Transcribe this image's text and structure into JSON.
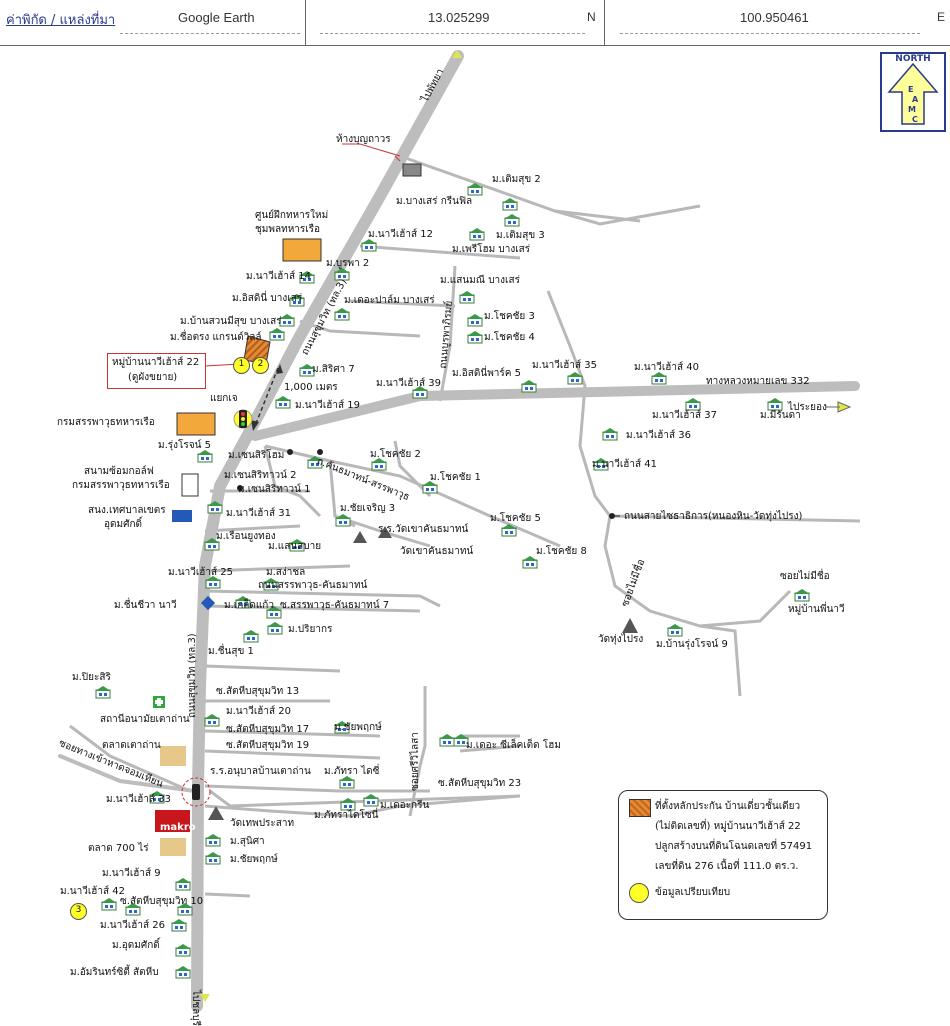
{
  "header": {
    "source_label": "ค่าพิกัด / แหล่งที่มา",
    "source_value": "Google Earth",
    "latitude": "13.025299",
    "latitude_unit": "N",
    "longitude": "100.950461",
    "longitude_unit": "E"
  },
  "north_sign": {
    "line1": "NORTH",
    "letters": [
      "E",
      "A",
      "M",
      "C"
    ]
  },
  "roads": {
    "to_pattaya": "ไปพัทยา",
    "to_chonburi": "ไปชลบุรี",
    "sukhumvit_upper": "ถนนสุขุมวิท (ทล.3)",
    "sukhumvit_lower": "ถนนสุขุมวิท (ทล.3)",
    "hwy332": "ทางหลวงหมายเลข 332",
    "to_rayong": "ไประยอง",
    "khanthamat": "ถ.คันธมาทน์-สรรพาวุธ",
    "sanphawut_khanthamat": "ถนนสรรพาวุธ-คันธมาทน์",
    "nongsing": "ถนนสายไซธาธิการ(หนองหิน-วัดทุ่งไปรง)",
    "phunburirat": "ถนนบูรพาภิรมย์",
    "soi_maimichue_1": "ซอยไม่มีชื่อ",
    "soi_maimichue_2": "ซอยไม่มีชื่อ",
    "soi_thangkhao": "ซอยทางเข้าหาดจอมเทียน",
    "soi_sriwilai": "ซอยศรีวิไลสา",
    "soi_sattahip23": "ซ.สัตหีบสุขุมวิท 23"
  },
  "landmarks": {
    "bunthawon": "ห้างบุญถาวร",
    "navy_training": "ศูนย์ฝึกทหารใหม่",
    "navy_training2": "ชุมพลทหารเรือ",
    "navy_ordnance": "กรมสรรพาวุธทหารเรือ",
    "golf": "สนามซ้อมกอล์ฟ",
    "golf2": "กรมสรรพาวุธทหารเรือ",
    "municipality": "สนง.เทศบาลเขตร",
    "municipality2": "อุดมศักดิ์",
    "school_khan": "ร.ร.วัดเขาคันธมาทน์",
    "wat_khan": "วัดเขาคันธมาทน์",
    "wat_thungprong": "วัดทุ่งไปรง",
    "health": "สถานีอนามัยเตาถ่าน",
    "market": "ตลาดเตาถ่าน",
    "school_tao": "ร.ร.อนุบาลบ้านเตาถ่าน",
    "wat_theppra": "วัดเทพประสาท",
    "makro": "makro",
    "market700": "ตลาด 700 ไร่",
    "distance": "1,000 เมตร",
    "junction": "แยกเจ",
    "subject_label": "หมู่บ้านนาวีเฮ้าส์ 22",
    "subject_sub": "(ดูผังขยาย)",
    "sattahip13": "ซ.สัตหีบสุขุมวิท 13",
    "sattahip17": "ซ.สัตหีบสุขุมวิท 17",
    "sattahip19": "ซ.สัตหีบสุขุมวิท 19",
    "sattahip10": "ซ.สัตหีบสุขุมวิท 10",
    "soi7": "ซ.สรรพาวุธ-คันธมาทน์ 7",
    "kao_sirihome2": "ม.เซนสิริทาวน์ 2",
    "kao_sirihome1": "ม.เซนสิริทาวน์ 1"
  },
  "villages": [
    "ม.เติมสุข 2",
    "ม.บางเสร่ กรีนฟิล",
    "ม.เติมสุข 3",
    "ม.เพรีโฮม บางเสร่",
    "ม.นาวีเฮ้าส์ 12",
    "ม.บูรพา 2",
    "ม.นาวีเฮ้าส์ 14",
    "ม.อิสดินี่ บางเสร่",
    "ม.เดอะปาล์ม บางเสร่",
    "ม.แสนมณี บางเสร่",
    "ม.บ้านสวนมีสุข บางเสร่",
    "ม.ชื่อตรง แกรนด์วิลล์",
    "ม.โชคชัย 3",
    "ม.โชคชัย 4",
    "ม.สิริศา 7",
    "ม.นาวีเฮ้าส์ 39",
    "ม.อิสดินี่พาร์ค 5",
    "ม.นาวีเฮ้าส์ 35",
    "ม.นาวีเฮ้าส์ 40",
    "ม.นาวีเฮ้าส์ 19",
    "ม.นาวีเฮ้าส์ 37",
    "ม.มีรันดา",
    "ม.นาวีเฮ้าส์ 36",
    "ม.รุ่งโรจน์ 5",
    "ม.เซนสิริโฮม",
    "ม.โชคชัย 2",
    "ม.โชคชัย 1",
    "ม.นาวีเฮ้าส์ 41",
    "ม.นาวีเฮ้าส์ 31",
    "ม.ชัยเจริญ 3",
    "ม.โชคชัย 5",
    "ม.เรือนยูงทอง",
    "ม.แสนสบาย",
    "ม.โชคชัย 8",
    "ม.นาวีเฮ้าส์ 25",
    "ม.สง่าชล",
    "ม.ชื่นชีวา นาวี",
    "ม.เกล็ดแก้ว",
    "ม.ปริยากร",
    "ม.ชื่นสุข 1",
    "ม.บ้านรุ่งโรจน์ 9",
    "หมู่บ้านพี่นาวี",
    "ม.ปิยะสิริ",
    "ม.นาวีเฮ้าส์ 20",
    "ม.ชัยพฤกษ์",
    "ม.เดอะ ซีเล็คเต็ด โฮม",
    "ม.ภัทรา ไดซี่",
    "ม.นาวีเฮ้าส์ 33",
    "ม.ภัทราไดโซนี่",
    "ม.เดอะกรีน",
    "ม.สุนิศา",
    "ม.ชัยพฤกษ์",
    "ม.นาวีเฮ้าส์ 9",
    "ม.นาวีเฮ้าส์ 42",
    "ม.นาวีเฮ้าส์ 26",
    "ม.อุดมศักดิ์",
    "ม.อัมรินทร์ซิตี้ สัตหีบ"
  ],
  "markers": [
    "1",
    "2",
    "3"
  ],
  "legend": {
    "line1": "ที่ตั้งหลักประกัน บ้านเดี่ยวชั้นเดียว",
    "line2": "(ไม่ติดเลขที่) หมู่บ้านนาวีเฮ้าส์ 22",
    "line3": "ปลูกสร้างบนที่ดินโฉนดเลขที่ 57491",
    "line4": "เลขที่ดิน 276 เนื้อที่  111.0 ตร.ว.",
    "line5": "ข้อมูลเปรียบเทียบ"
  },
  "colors": {
    "road": "#bcbcbc",
    "road_edge": "#9a9a9a",
    "marker": "#ffff2a",
    "subject_hatch": "#e58a34",
    "north_arrow": "#ffff99"
  }
}
